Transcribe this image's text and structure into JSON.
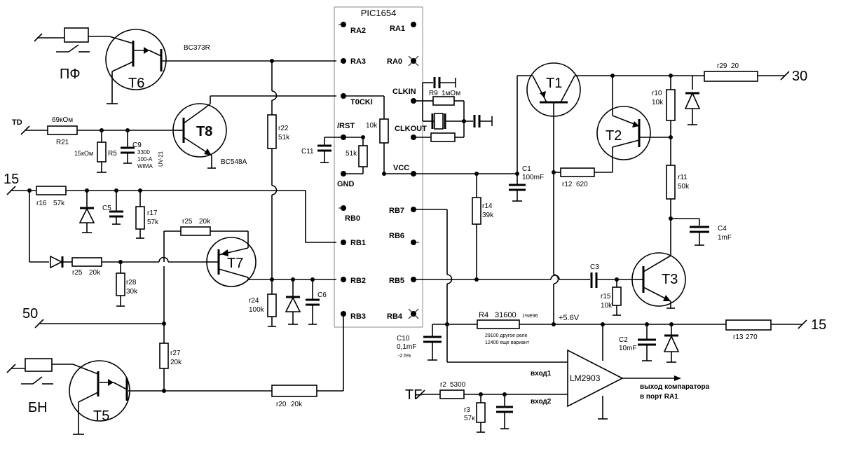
{
  "chip": {
    "title": "PIC1654"
  },
  "pins": {
    "ra2": "RA2",
    "ra1": "RA1",
    "ra3": "RA3",
    "ra0": "RA0",
    "t0cki": "T0CKI",
    "clkin": "CLKIN",
    "rst": "/RST",
    "clkout": "CLKOUT",
    "gnd": "GND",
    "vcc": "VCC",
    "rb0": "RB0",
    "rb7": "RB7",
    "rb1": "RB1",
    "rb6": "RB6",
    "rb2": "RB2",
    "rb5": "RB5",
    "rb3": "RB3",
    "rb4": "RB4"
  },
  "transistors": {
    "t6": "T6",
    "t6_part": "BC373R",
    "t8": "T8",
    "t8_part": "BC548A",
    "t7": "T7",
    "t5": "T5",
    "t1": "T1",
    "t2": "T2",
    "t3": "T3"
  },
  "terminals": {
    "pf": "ПФ",
    "td": "TD",
    "v15_left": "15",
    "v50": "50",
    "bn": "БН",
    "v30": "30",
    "v15_right": "15",
    "tf": "TF"
  },
  "components": {
    "r21_value": "69кОм",
    "r21": "R21",
    "r5_value": "15кОм",
    "r5": "R5",
    "c9": "C9",
    "c9_l1": "3300",
    "c9_l2": "100-A",
    "c9_l3": "WIMA",
    "c9_l4": "UV-21",
    "r22": "r22",
    "r22_value": "51k",
    "r16": "r16",
    "r16_value": "57k",
    "c5": "C5",
    "r17": "r17",
    "r17_value": "57k",
    "r25_top": "r25",
    "r25_top_value": "20k",
    "r25_bottom": "r25",
    "r25_bottom_value": "20k",
    "r28": "r28",
    "r28_value": "30k",
    "r24": "r24",
    "r24_value": "100k",
    "c6": "C6",
    "r27": "r27",
    "r27_value": "20k",
    "r20": "r20",
    "r20_value": "20k",
    "c11": "C11",
    "rst_r": "51k",
    "r10k": "10k",
    "r9": "R9",
    "r9_value": "1мОм",
    "c1": "C1",
    "c1_value": "100mF",
    "r14": "r14",
    "r14_value": "39k",
    "r29": "r29",
    "r29_value": "20",
    "r10": "r10",
    "r10_value": "10k",
    "r12": "r12",
    "r12_value": "620",
    "r11": "r11",
    "r11_value": "50k",
    "c4": "C4",
    "c4_value": "1mF",
    "c3": "C3",
    "r15": "r15",
    "r15_value": "10k",
    "r4": "R4",
    "r4_value": "31600",
    "r4_tol": "1%E96",
    "r4_note1": "29100 другое реле",
    "r4_note2": "12400 еще вариант",
    "v56": "+5.6V",
    "c10": "C10",
    "c10_value": "0,1mF",
    "c10_tol": "-2.5%",
    "c2": "C2",
    "c2_value": "10mF",
    "r13": "r13",
    "r13_value": "270",
    "r2": "r2",
    "r2_value": "5300",
    "r3": "r3",
    "r3_value": "57к",
    "comparator": "LM2903",
    "in1": "вход1",
    "in2": "вход2",
    "out_l1": "выход компаратора",
    "out_l2": "в порт RA1"
  }
}
